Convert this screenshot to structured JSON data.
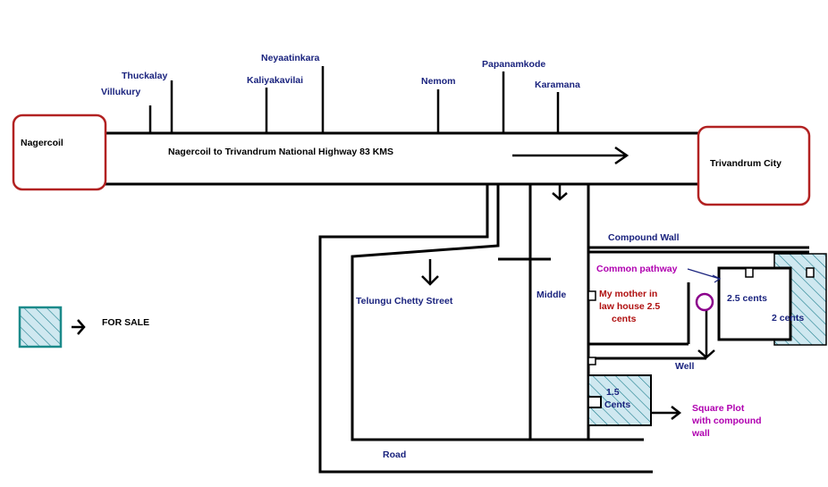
{
  "cities": {
    "left": "Nagercoil",
    "right": "Trivandrum City"
  },
  "highway_label": "Nagercoil to Trivandrum National Highway 83 KMS",
  "towns": [
    {
      "id": "villukury",
      "label": "Villukury"
    },
    {
      "id": "thuckalay",
      "label": "Thuckalay"
    },
    {
      "id": "kaliyakavilai",
      "label": "Kaliyakavilai"
    },
    {
      "id": "neyaatinkara",
      "label": "Neyaatinkara"
    },
    {
      "id": "nemom",
      "label": "Nemom"
    },
    {
      "id": "papanamkode",
      "label": "Papanamkode"
    },
    {
      "id": "karamana",
      "label": "Karamana"
    }
  ],
  "labels": {
    "compound_wall": "Compound Wall",
    "common_pathway": "Common pathway",
    "street": "Telungu Chetty Street",
    "middle": "Middle",
    "house_line1": "My mother in",
    "house_line2": "law house 2.5",
    "house_line3": "cents",
    "plot_a": "2.5 cents",
    "plot_b": "2 cents",
    "well": "Well",
    "plot_c_line1": "1.5",
    "plot_c_line2": "Cents",
    "square_line1": "Square Plot",
    "square_line2": "with compound",
    "square_line3": "wall",
    "road": "Road",
    "legend": "FOR SALE"
  },
  "colors": {
    "city_border": "#b22222",
    "hatch_fill": "#cfe8f0",
    "legend_border": "#1b8a8a",
    "well_circle": "#8b008b",
    "label_blue": "#1a237e",
    "label_red": "#b01010",
    "label_purple": "#b000b0"
  }
}
